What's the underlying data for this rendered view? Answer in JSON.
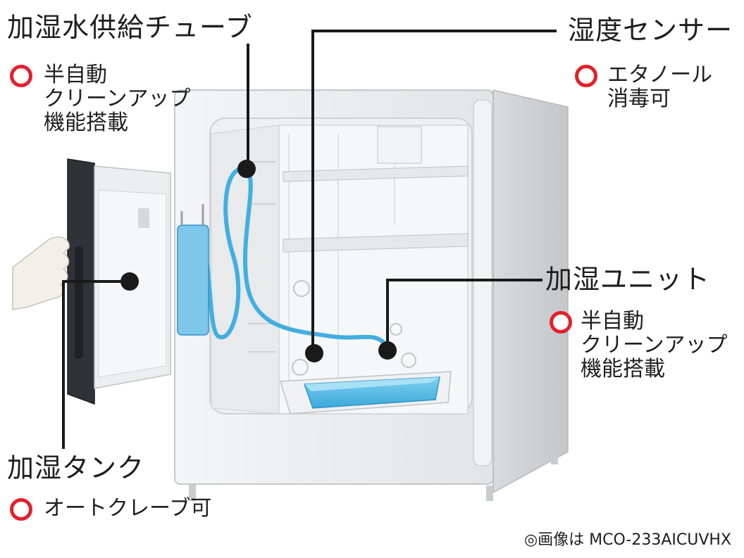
{
  "labels": {
    "tube": {
      "title": "加湿水供給チューブ",
      "features": [
        "半自動\nクリーンアップ\n機能搭載"
      ]
    },
    "sensor": {
      "title": "湿度センサー",
      "features": [
        "エタノール\n消毒可"
      ]
    },
    "unit": {
      "title": "加湿ユニット",
      "features": [
        "半自動\nクリーンアップ\n機能搭載"
      ]
    },
    "tank": {
      "title": "加湿タンク",
      "features": [
        "オートクレーブ可"
      ]
    }
  },
  "caption": "◎画像は MCO-233AICUVHX",
  "colors": {
    "marker_ring": "#e3202a",
    "water": "#4bb8e6",
    "leader": "#1a1a1a"
  }
}
